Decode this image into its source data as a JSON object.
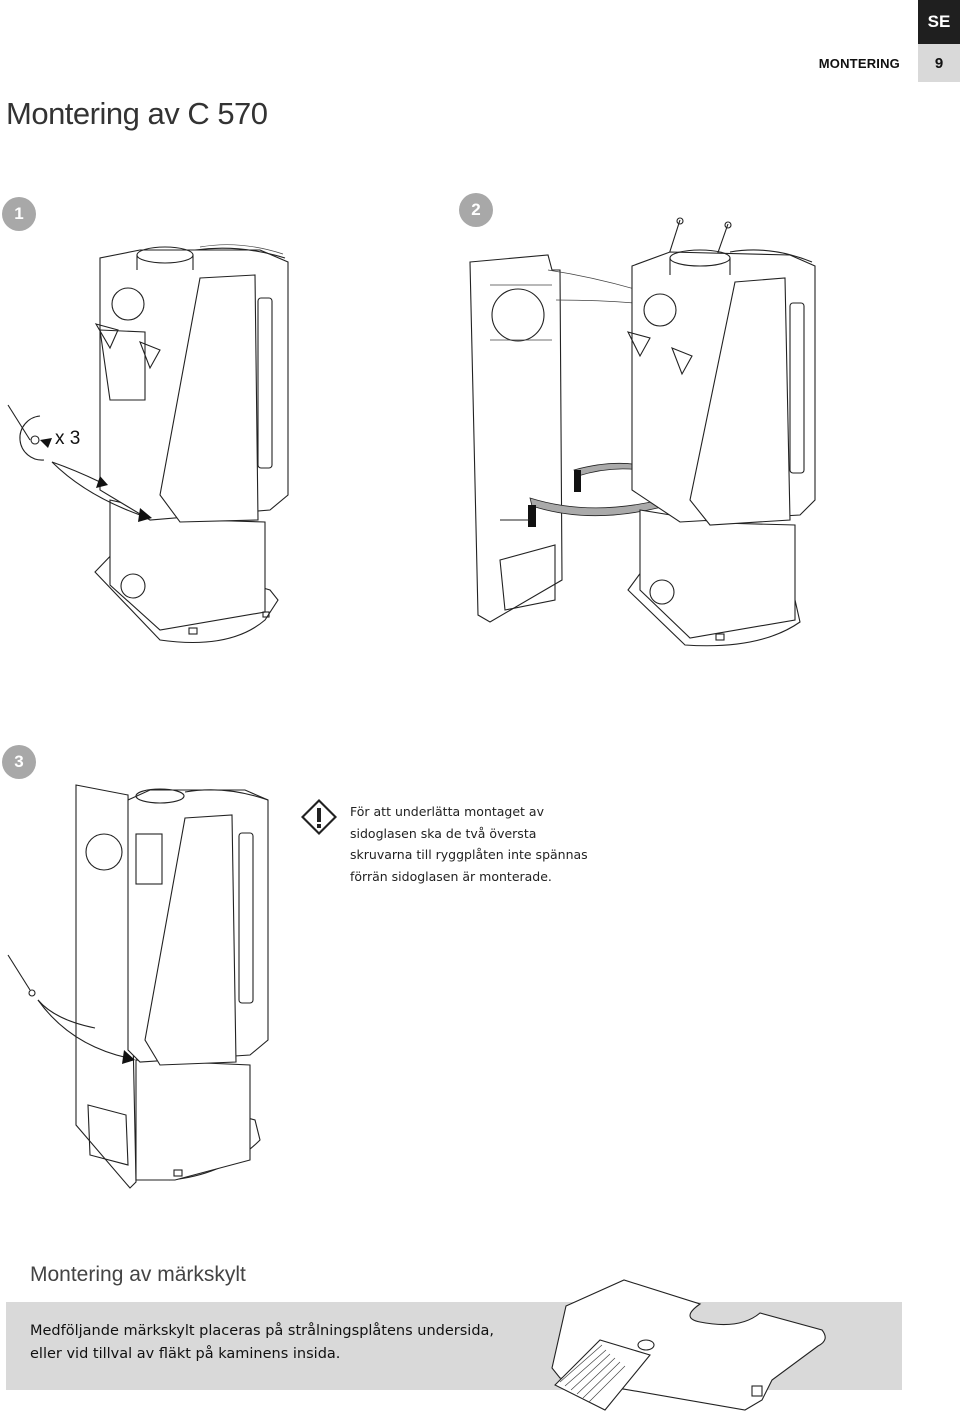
{
  "header": {
    "lang_code": "SE",
    "section": "MONTERING",
    "page_number": "9"
  },
  "title": "Montering av C 570",
  "steps": [
    {
      "number": "1",
      "icon": "screw-rotate-icon",
      "quantity_label": "x 3"
    },
    {
      "number": "2"
    },
    {
      "number": "3",
      "note": "För att underlätta montaget av sidoglasen ska de två översta skruvarna till ryggplåten inte spännas förrän sidoglasen är monterade.",
      "note_icon": "warning-icon"
    }
  ],
  "nameplate": {
    "title": "Montering av märkskylt",
    "text_line_1": "Medföljande märkskylt placeras på strålningsplåtens undersida,",
    "text_line_2": "eller vid tillval av fläkt på kaminens insida."
  },
  "colors": {
    "lang_tab": "#1f1f1f",
    "page_box": "#d9d9d9",
    "step_badge": "#a8a8a8",
    "info_box": "#d9d9d9"
  }
}
